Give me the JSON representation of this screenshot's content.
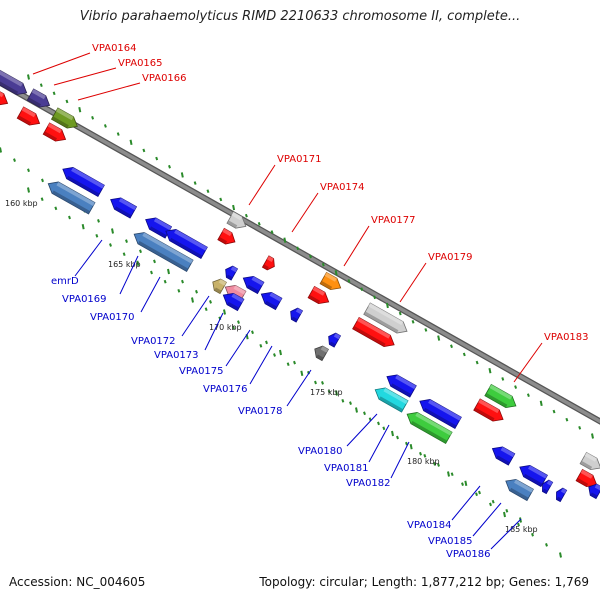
{
  "header": {
    "title": "Vibrio parahaemolyticus RIMD 2210633 chromosome II, complete..."
  },
  "footer": {
    "accession": "Accession: NC_004605",
    "summary": "Topology: circular; Length: 1,877,212 bp; Genes: 1,769"
  },
  "colors": {
    "backbone": "#8c8c8c",
    "tick": "#2a8a2a",
    "label_forward": "#dd0000",
    "label_reverse": "#0000cc",
    "red": "#ff1010",
    "blue": "#1515ee",
    "steelblue": "#4a80c0",
    "green": "#3ecc3e",
    "olive": "#6e9a22",
    "purple": "#4a3c94",
    "cyan": "#22d8e0",
    "silver": "#cfcfcf",
    "orange": "#ff9010",
    "khaki": "#c8b26a",
    "pink": "#f08aa0",
    "gray": "#707070"
  },
  "scale_labels": [
    "160 kbp",
    "165 kbp",
    "170 kbp",
    "175 kbp",
    "180 kbp",
    "185 kbp"
  ],
  "forward_labels": [
    "VPA0164",
    "VPA0165",
    "VPA0166",
    "VPA0171",
    "VPA0174",
    "VPA0177",
    "VPA0179",
    "VPA0183"
  ],
  "reverse_labels": [
    "emrD",
    "VPA0169",
    "VPA0170",
    "VPA0172",
    "VPA0173",
    "VPA0175",
    "VPA0176",
    "VPA0178",
    "VPA0180",
    "VPA0181",
    "VPA0182",
    "VPA0184",
    "VPA0185",
    "VPA0186"
  ]
}
